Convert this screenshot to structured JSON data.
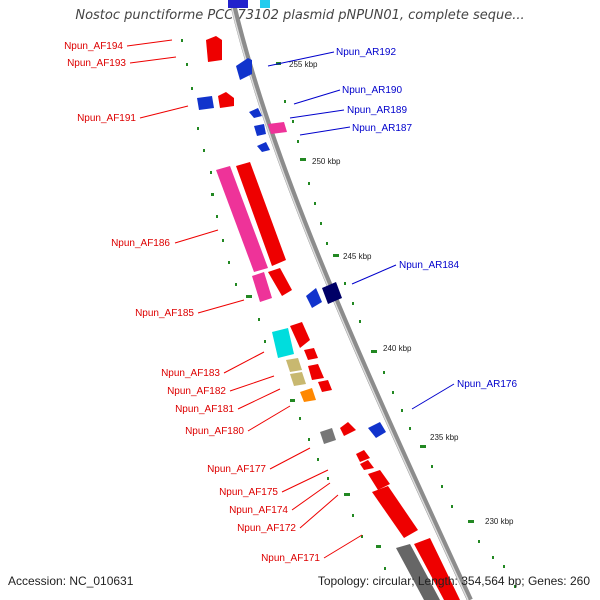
{
  "title": "Nostoc punctiforme PCC 73102 plasmid pNPUN01, complete seque...",
  "accession": "Accession: NC_010631",
  "topology": "Topology: circular; Length: 354,564 bp; Genes: 260",
  "colors": {
    "forward": "#ee0000",
    "reverse": "#0000cc",
    "backbone": "#8c8c8c",
    "tick": "#228822",
    "pink": "#ee3399",
    "cyan": "#00dddd",
    "khaki": "#c8b870",
    "orange": "#ff8800",
    "gray_gene": "#777777",
    "navy": "#000066"
  },
  "scale_labels": [
    "255 kbp",
    "250 kbp",
    "245 kbp",
    "240 kbp",
    "235 kbp",
    "230 kbp"
  ],
  "forward_labels": [
    "Npun_AF194",
    "Npun_AF193",
    "Npun_AF191",
    "Npun_AF186",
    "Npun_AF185",
    "Npun_AF183",
    "Npun_AF182",
    "Npun_AF181",
    "Npun_AF180",
    "Npun_AF177",
    "Npun_AF175",
    "Npun_AF174",
    "Npun_AF172",
    "Npun_AF171"
  ],
  "reverse_labels": [
    "Npun_AR192",
    "Npun_AR190",
    "Npun_AR189",
    "Npun_AR187",
    "Npun_AR184",
    "Npun_AR176"
  ]
}
